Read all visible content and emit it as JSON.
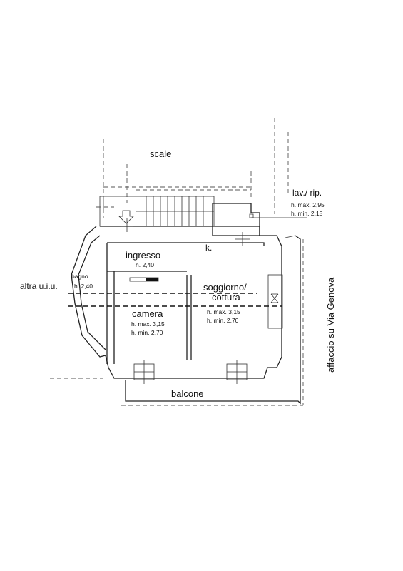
{
  "labels": {
    "scale": "scale",
    "lav_rip": "lav./ rip.",
    "lav_hmax": "h. max. 2,95",
    "lav_hmin": "h. min. 2,15",
    "k": "k.",
    "ingresso": "ingresso",
    "ingresso_h": "h. 2,40",
    "altra": "altra u.i.u.",
    "bagno": "bagno",
    "bagno_h": "h. 2,40",
    "soggiorno": "soggiorno/",
    "cottura": "cottura",
    "sogg_hmax": "h. max. 3,15",
    "sogg_hmin": "h. min. 2,70",
    "camera": "camera",
    "cam_hmax": "h. max. 3,15",
    "cam_hmin": "h. min. 2,70",
    "balcone": "balcone",
    "affaccio": "affaccio su Via Genova"
  }
}
